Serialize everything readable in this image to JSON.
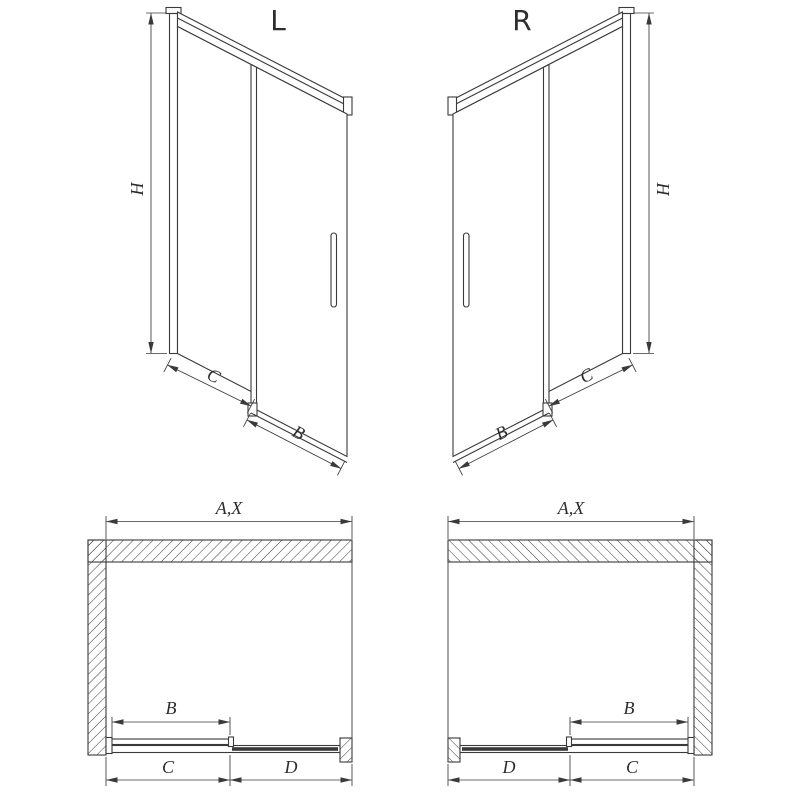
{
  "colors": {
    "line": "#3a3a3a",
    "background": "#ffffff"
  },
  "iso_left": {
    "variant_label": "L",
    "labels": {
      "height": "H",
      "fixed_width": "C",
      "door_width": "B"
    }
  },
  "iso_right": {
    "variant_label": "R",
    "labels": {
      "height": "H",
      "fixed_width": "C",
      "door_width": "B"
    }
  },
  "plan_left": {
    "labels": {
      "total_width": "A,X",
      "door_width": "B",
      "left_segment": "C",
      "right_segment": "D"
    }
  },
  "plan_right": {
    "labels": {
      "total_width": "A,X",
      "door_width": "B",
      "left_segment": "D",
      "right_segment": "C"
    }
  }
}
